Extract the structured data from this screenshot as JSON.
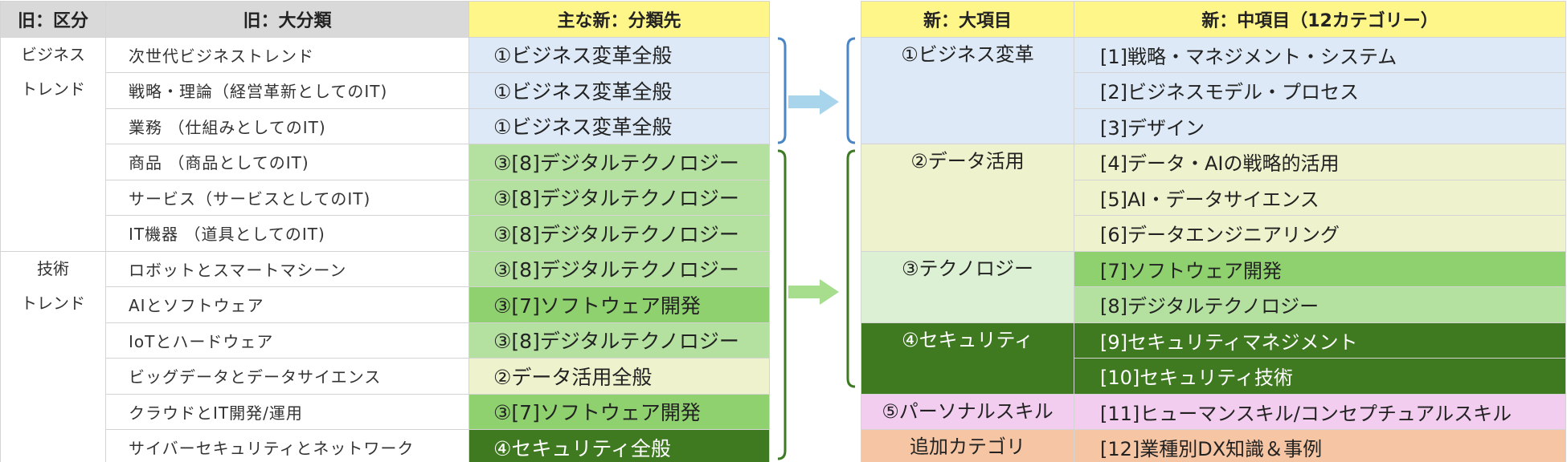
{
  "left_table": {
    "headers": {
      "category": "旧：区分",
      "subcategory": "旧：大分類",
      "destination": "主な新：分類先"
    },
    "groups": [
      {
        "label_line1": "ビジネス",
        "label_line2": "トレンド"
      },
      {
        "label_line1": "技術",
        "label_line2": "トレンド"
      }
    ],
    "rows": [
      {
        "sub": "次世代ビジネストレンド",
        "dest": "①ビジネス変革全般"
      },
      {
        "sub": "戦略・理論（経営革新としてのIT)",
        "dest": "①ビジネス変革全般"
      },
      {
        "sub": "業務 （仕組みとしてのIT)",
        "dest": "①ビジネス変革全般"
      },
      {
        "sub": "商品 （商品としてのIT)",
        "dest": "③[8]デジタルテクノロジー"
      },
      {
        "sub": "サービス（サービスとしてのIT)",
        "dest": "③[8]デジタルテクノロジー"
      },
      {
        "sub": "IT機器 （道具としてのIT)",
        "dest": "③[8]デジタルテクノロジー"
      },
      {
        "sub": "ロボットとスマートマシーン",
        "dest": "③[8]デジタルテクノロジー"
      },
      {
        "sub": "AIとソフトウェア",
        "dest": "③[7]ソフトウェア開発"
      },
      {
        "sub": "IoTとハードウェア",
        "dest": "③[8]デジタルテクノロジー"
      },
      {
        "sub": "ビッグデータとデータサイエンス",
        "dest": "②データ活用全般"
      },
      {
        "sub": "クラウドとIT開発/運用",
        "dest": "③[7]ソフトウェア開発"
      },
      {
        "sub": "サイバーセキュリティとネットワーク",
        "dest": "④セキュリティ全般"
      }
    ]
  },
  "right_table": {
    "headers": {
      "major": "新：大項目",
      "minor": "新：中項目（12カテゴリー）"
    },
    "majors": [
      "①ビジネス変革",
      "②データ活用",
      "③テクノロジー",
      "④セキュリティ",
      "⑤パーソナルスキル",
      "追加カテゴリ"
    ],
    "minors": [
      "[1]戦略・マネジメント・システム",
      "[2]ビジネスモデル・プロセス",
      "[3]デザイン",
      "[4]データ・AIの戦略的活用",
      "[5]AI・データサイエンス",
      "[6]データエンジニアリング",
      "[7]ソフトウェア開発",
      "[8]デジタルテクノロジー",
      "[9]セキュリティマネジメント",
      "[10]セキュリティ技術",
      "[11]ヒューマンスキル/コンセプチュアルスキル",
      "[12]業種別DX知識＆事例"
    ]
  },
  "colors": {
    "header_gray": "#d9d9d9",
    "header_yellow": "#fff68a",
    "business_blue": "#dde9f6",
    "data_lightyellow": "#eef3cd",
    "tech_lightgreen": "#dcf0d3",
    "digital_green": "#b4e19f",
    "software_midgreen": "#8fd16f",
    "security_darkgreen": "#3f7a21",
    "personal_pink": "#f2cdef",
    "extra_peach": "#f6c5a4",
    "bracket_blue": "#4a86c5",
    "bracket_green": "#3d7a22",
    "arrow_blue": "#a8d4ec",
    "arrow_green": "#a6de8e"
  },
  "decorations": {
    "left_brackets": [
      "bracket-blue",
      "bracket-green"
    ],
    "right_brackets": [
      "bracket-blue",
      "bracket-green"
    ],
    "arrows": [
      "arrow-right-blue",
      "arrow-right-green"
    ]
  }
}
